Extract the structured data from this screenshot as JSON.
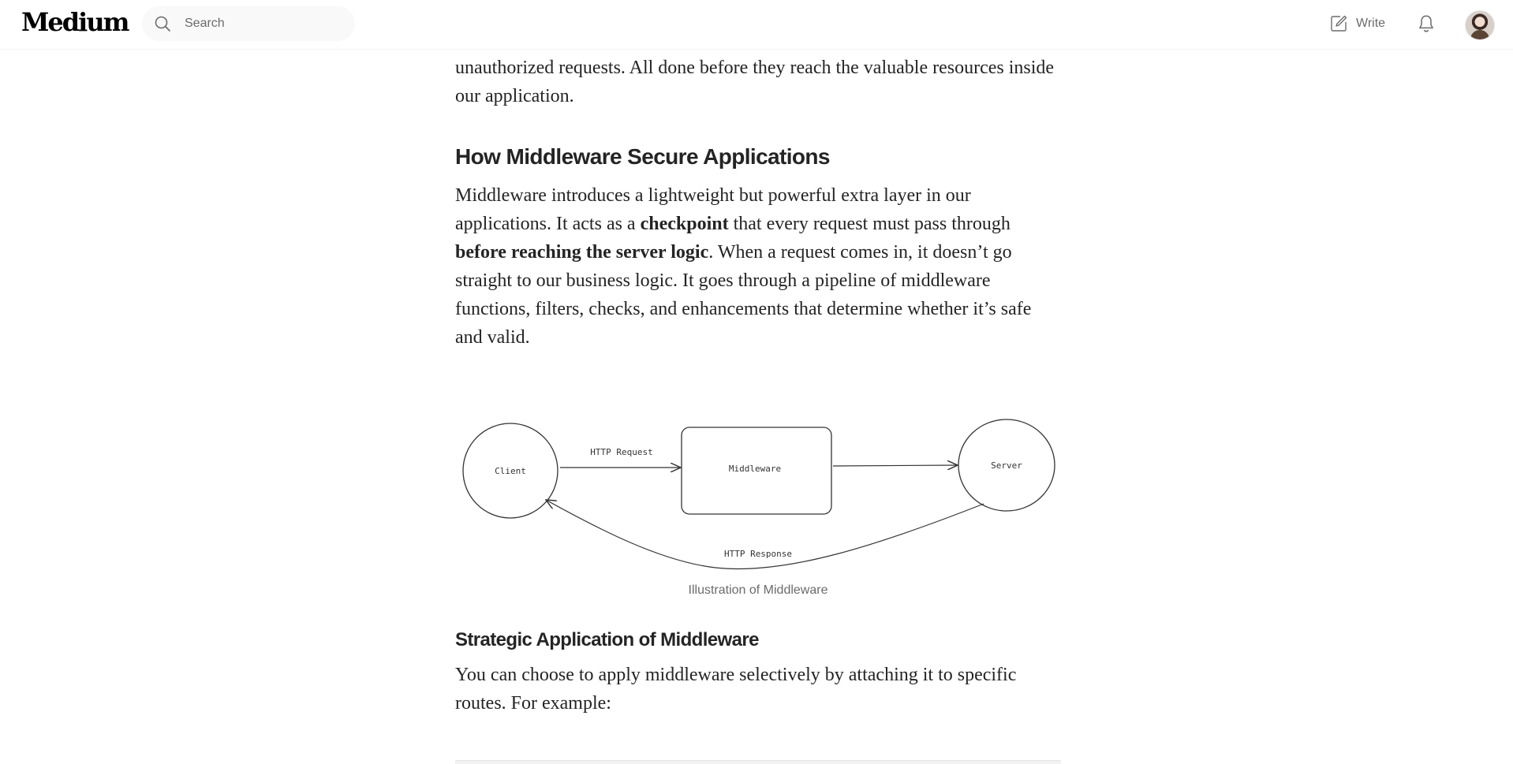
{
  "header": {
    "logo": "Medium",
    "search_placeholder": "Search",
    "write_label": "Write"
  },
  "article": {
    "para_top_tail": "unauthorized requests. All done before they reach the valuable resources inside our application.",
    "section1_title": "How Middleware Secure Applications",
    "section1_p1_a": "Middleware introduces a lightweight but powerful extra layer in our applications. It acts as a ",
    "section1_p1_b1": "checkpoint",
    "section1_p1_c": " that every request must pass through ",
    "section1_p1_b2": "before reaching the server logic",
    "section1_p1_d": ". When a request comes in, it doesn’t go straight to our business logic. It goes through a pipeline of middleware functions, filters, checks, and enhancements that determine whether it’s safe and valid.",
    "diagram": {
      "client": "Client",
      "middleware": "Middleware",
      "server": "Server",
      "request": "HTTP Request",
      "response": "HTTP Response"
    },
    "figure_caption": "Illustration of Middleware",
    "section2_title": "Strategic Application of Middleware",
    "section2_p1": "You can choose to apply middleware selectively by attaching it to specific routes. For example:"
  }
}
